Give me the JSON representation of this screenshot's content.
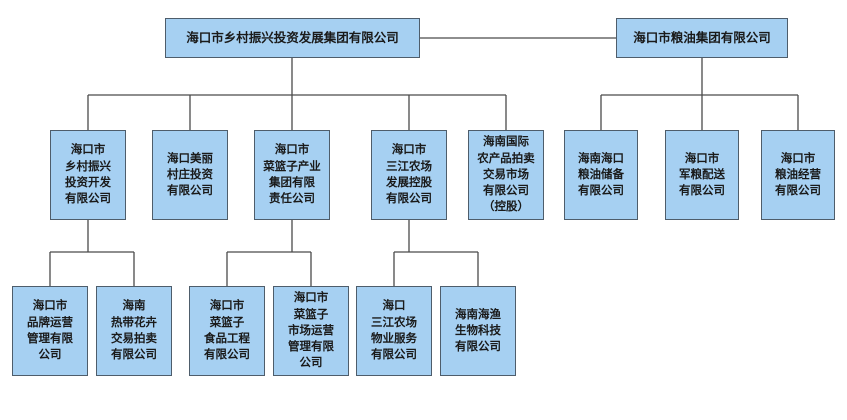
{
  "chart_type": "org-chart",
  "colors": {
    "node_fill": "#A6D0F2",
    "node_border": "#4E5D6B",
    "connector": "#4A4A4A",
    "text": "#1A1A1A",
    "background": "#FFFFFF"
  },
  "org": {
    "roots": [
      {
        "name": "海口市乡村振兴投资发展集团有限公司",
        "children": [
          {
            "name": "海口市\n乡村振兴\n投资开发\n有限公司",
            "children": [
              {
                "name": "海口市\n品牌运营\n管理有限\n公司"
              },
              {
                "name": "海南\n热带花卉\n交易拍卖\n有限公司"
              }
            ]
          },
          {
            "name": "海口美丽\n村庄投资\n有限公司"
          },
          {
            "name": "海口市\n菜篮子产业\n集团有限\n责任公司",
            "children": [
              {
                "name": "海口市\n菜篮子\n食品工程\n有限公司"
              },
              {
                "name": "海口市\n菜篮子\n市场运营\n管理有限\n公司"
              }
            ]
          },
          {
            "name": "海口市\n三江农场\n发展控股\n有限公司",
            "children": [
              {
                "name": "海口\n三江农场\n物业服务\n有限公司"
              },
              {
                "name": "海南海渔\n生物科技\n有限公司"
              }
            ]
          },
          {
            "name": "海南国际\n农产品拍卖\n交易市场\n有限公司\n（控股）"
          }
        ]
      },
      {
        "name": "海口市粮油集团有限公司",
        "children": [
          {
            "name": "海南海口\n粮油储备\n有限公司"
          },
          {
            "name": "海口市\n军粮配送\n有限公司"
          },
          {
            "name": "海口市\n粮油经营\n有限公司"
          }
        ]
      }
    ]
  }
}
